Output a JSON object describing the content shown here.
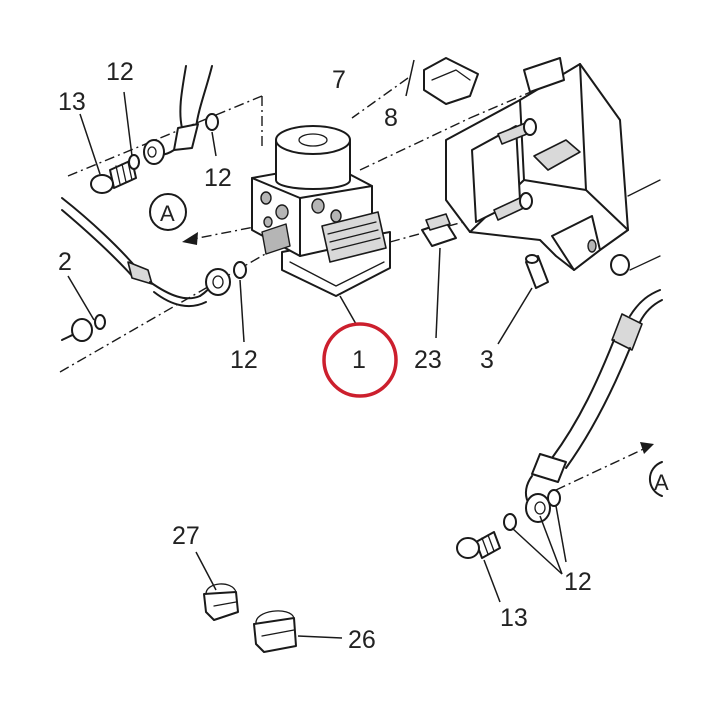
{
  "labels": {
    "p12_a": "12",
    "p13_a": "13",
    "p12_b": "12",
    "p7": "7",
    "p8": "8",
    "view_a": "A",
    "p2": "2",
    "p12_c": "12",
    "p1": "1",
    "p23": "23",
    "p3": "3",
    "view_a2": "A",
    "p27": "27",
    "p12_d": "12",
    "p13_b": "13",
    "p26": "26"
  },
  "colors": {
    "highlight": "#cc1f2d",
    "line": "#1a1a1a"
  }
}
